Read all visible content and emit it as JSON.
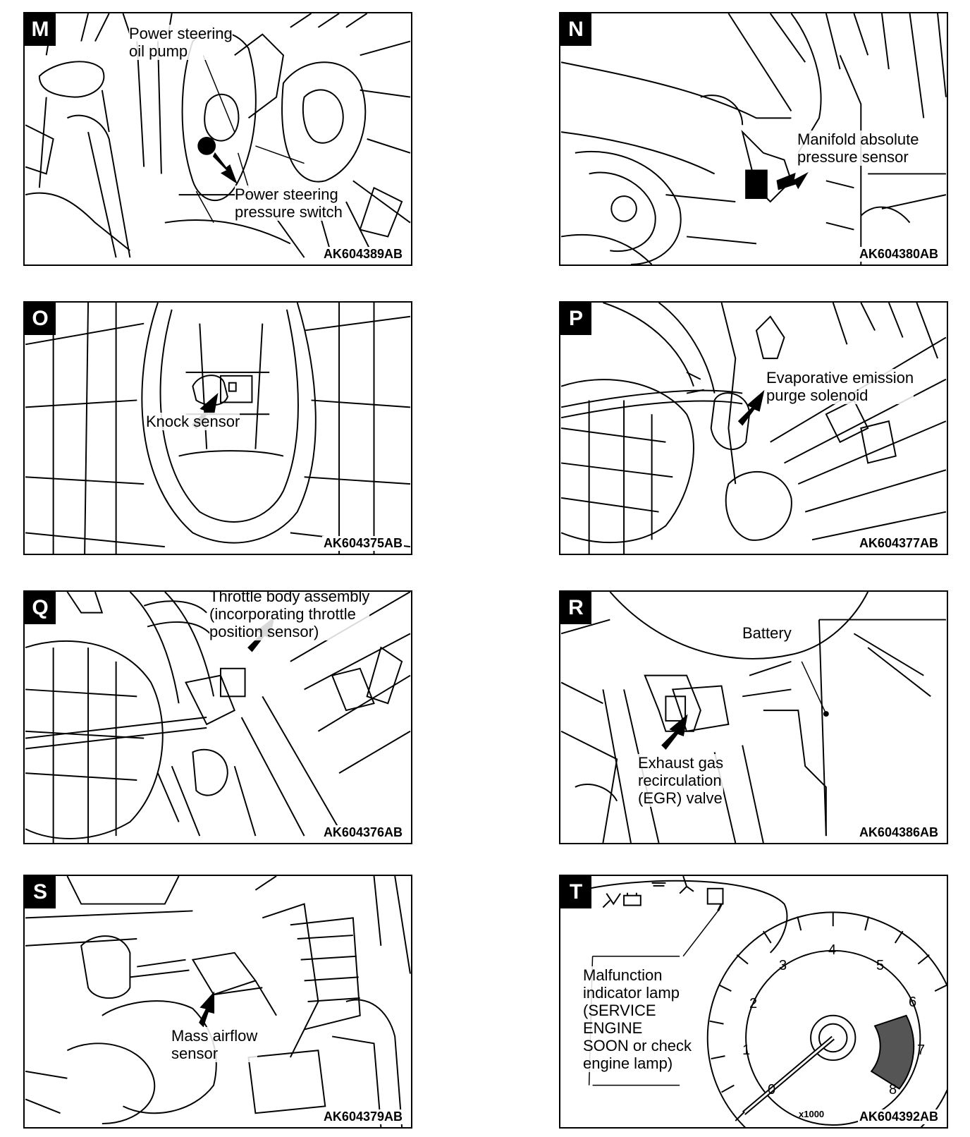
{
  "panels": [
    {
      "letter": "M",
      "code": "AK604389AB",
      "callouts": [
        [
          "Power steering",
          "oil pump"
        ],
        [
          "Power steering",
          "pressure switch"
        ]
      ]
    },
    {
      "letter": "N",
      "code": "AK604380AB",
      "callouts": [
        [
          "Manifold absolute",
          "pressure sensor"
        ]
      ]
    },
    {
      "letter": "O",
      "code": "AK604375AB",
      "callouts": [
        [
          "Knock sensor"
        ]
      ]
    },
    {
      "letter": "P",
      "code": "AK604377AB",
      "callouts": [
        [
          "Evaporative emission",
          "purge solenoid"
        ]
      ]
    },
    {
      "letter": "Q",
      "code": "AK604376AB",
      "callouts": [
        [
          "Throttle body assembly",
          "(incorporating throttle",
          "position sensor)"
        ]
      ]
    },
    {
      "letter": "R",
      "code": "AK604386AB",
      "callouts": [
        [
          "Battery"
        ],
        [
          "Exhaust gas",
          "recirculation",
          "(EGR) valve"
        ]
      ]
    },
    {
      "letter": "S",
      "code": "AK604379AB",
      "callouts": [
        [
          "Mass airflow",
          "sensor"
        ]
      ]
    },
    {
      "letter": "T",
      "code": "AK604392AB",
      "callouts": [
        [
          "Malfunction",
          "indicator lamp",
          "(SERVICE",
          "ENGINE",
          "SOON or check",
          "engine lamp)"
        ]
      ]
    }
  ],
  "gauge": {
    "numbers": [
      "0",
      "1",
      "2",
      "3",
      "4",
      "5",
      "6",
      "7",
      "8"
    ],
    "multiplier": "x1000",
    "icons": [
      "brake-warning-icon",
      "airbag-icon",
      "seatbelt-icon",
      "battery-icon",
      "service-engine-soon-icon"
    ]
  },
  "colors": {
    "ink": "#000000",
    "paper": "#ffffff"
  }
}
